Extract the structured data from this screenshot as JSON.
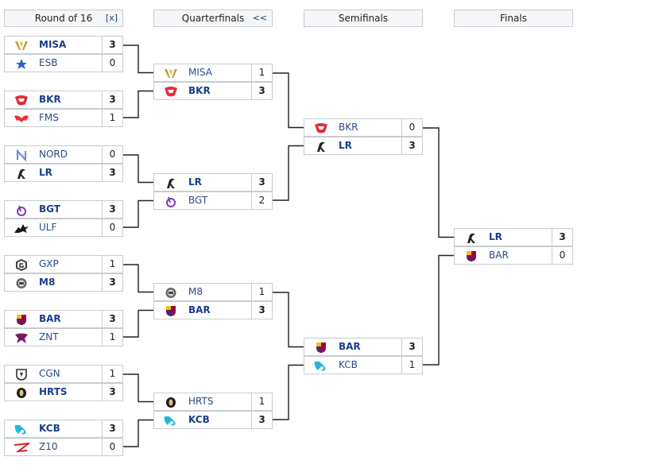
{
  "rounds": [
    {
      "title": "Round of 16",
      "button": "[x]"
    },
    {
      "title": "Quarterfinals",
      "button": "<<"
    },
    {
      "title": "Semifinals",
      "button": ""
    },
    {
      "title": "Finals",
      "button": ""
    }
  ],
  "matches": [
    [
      {
        "teams": [
          {
            "name": "MISA",
            "score": "3",
            "winner": true,
            "logo": "misa-logo"
          },
          {
            "name": "ESB",
            "score": "0",
            "winner": false,
            "logo": "esb-logo"
          }
        ]
      },
      {
        "teams": [
          {
            "name": "BKR",
            "score": "3",
            "winner": true,
            "logo": "bkr-logo"
          },
          {
            "name": "FMS",
            "score": "1",
            "winner": false,
            "logo": "fms-logo"
          }
        ]
      },
      {
        "teams": [
          {
            "name": "NORD",
            "score": "0",
            "winner": false,
            "logo": "nord-logo"
          },
          {
            "name": "LR",
            "score": "3",
            "winner": true,
            "logo": "lr-logo"
          }
        ]
      },
      {
        "teams": [
          {
            "name": "BGT",
            "score": "3",
            "winner": true,
            "logo": "bgt-logo"
          },
          {
            "name": "ULF",
            "score": "0",
            "winner": false,
            "logo": "ulf-logo"
          }
        ]
      },
      {
        "teams": [
          {
            "name": "GXP",
            "score": "1",
            "winner": false,
            "logo": "gxp-logo"
          },
          {
            "name": "M8",
            "score": "3",
            "winner": true,
            "logo": "m8-logo"
          }
        ]
      },
      {
        "teams": [
          {
            "name": "BAR",
            "score": "3",
            "winner": true,
            "logo": "bar-logo"
          },
          {
            "name": "ZNT",
            "score": "1",
            "winner": false,
            "logo": "znt-logo"
          }
        ]
      },
      {
        "teams": [
          {
            "name": "CGN",
            "score": "1",
            "winner": false,
            "logo": "cgn-logo"
          },
          {
            "name": "HRTS",
            "score": "3",
            "winner": true,
            "logo": "hrts-logo"
          }
        ]
      },
      {
        "teams": [
          {
            "name": "KCB",
            "score": "3",
            "winner": true,
            "logo": "kcb-logo"
          },
          {
            "name": "Z10",
            "score": "0",
            "winner": false,
            "logo": "z10-logo"
          }
        ]
      }
    ],
    [
      {
        "teams": [
          {
            "name": "MISA",
            "score": "1",
            "winner": false,
            "logo": "misa-logo"
          },
          {
            "name": "BKR",
            "score": "3",
            "winner": true,
            "logo": "bkr-logo"
          }
        ]
      },
      {
        "teams": [
          {
            "name": "LR",
            "score": "3",
            "winner": true,
            "logo": "lr-logo"
          },
          {
            "name": "BGT",
            "score": "2",
            "winner": false,
            "logo": "bgt-logo"
          }
        ]
      },
      {
        "teams": [
          {
            "name": "M8",
            "score": "1",
            "winner": false,
            "logo": "m8-logo"
          },
          {
            "name": "BAR",
            "score": "3",
            "winner": true,
            "logo": "bar-logo"
          }
        ]
      },
      {
        "teams": [
          {
            "name": "HRTS",
            "score": "1",
            "winner": false,
            "logo": "hrts-logo"
          },
          {
            "name": "KCB",
            "score": "3",
            "winner": true,
            "logo": "kcb-logo"
          }
        ]
      }
    ],
    [
      {
        "teams": [
          {
            "name": "BKR",
            "score": "0",
            "winner": false,
            "logo": "bkr-logo"
          },
          {
            "name": "LR",
            "score": "3",
            "winner": true,
            "logo": "lr-logo"
          }
        ]
      },
      {
        "teams": [
          {
            "name": "BAR",
            "score": "3",
            "winner": true,
            "logo": "bar-logo"
          },
          {
            "name": "KCB",
            "score": "1",
            "winner": false,
            "logo": "kcb-logo"
          }
        ]
      }
    ],
    [
      {
        "teams": [
          {
            "name": "LR",
            "score": "3",
            "winner": true,
            "logo": "lr-logo"
          },
          {
            "name": "BAR",
            "score": "0",
            "winner": false,
            "logo": "bar-logo"
          }
        ]
      }
    ]
  ],
  "colors": {
    "border": "#c8ccd1",
    "header_bg": "#f5f6f8",
    "team_text": "#2a4a86",
    "winner_text": "#1a3f8a",
    "connector": "#202122"
  }
}
